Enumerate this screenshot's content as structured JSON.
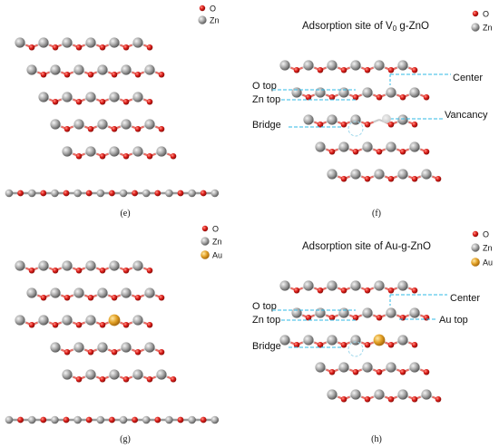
{
  "panels": {
    "e": {
      "caption": "(e)",
      "legend": [
        {
          "label": "O",
          "atom": "oxygen"
        },
        {
          "label": "Zn",
          "atom": "zinc"
        }
      ]
    },
    "f": {
      "caption": "(f)",
      "title_prefix": "Adsorption site of V",
      "title_subscript": "0",
      "title_suffix": " g-ZnO",
      "legend": [
        {
          "label": "O",
          "atom": "oxygen"
        },
        {
          "label": "Zn",
          "atom": "zinc"
        }
      ],
      "labels": {
        "o_top": "O top",
        "zn_top": "Zn top",
        "bridge": "Bridge",
        "center": "Center",
        "vacancy": "Vancancy"
      }
    },
    "g": {
      "caption": "(g)",
      "legend": [
        {
          "label": "O",
          "atom": "oxygen"
        },
        {
          "label": "Zn",
          "atom": "zinc"
        },
        {
          "label": "Au",
          "atom": "gold"
        }
      ]
    },
    "h": {
      "caption": "(h)",
      "title": "Adsorption site of Au-g-ZnO",
      "legend": [
        {
          "label": "O",
          "atom": "oxygen"
        },
        {
          "label": "Zn",
          "atom": "zinc"
        },
        {
          "label": "Au",
          "atom": "gold"
        }
      ],
      "labels": {
        "o_top": "O top",
        "zn_top": "Zn top",
        "bridge": "Bridge",
        "center": "Center",
        "au_top": "Au top"
      }
    }
  },
  "colors": {
    "oxygen": "#e0201c",
    "zinc": "#a8a8a8",
    "gold": "#e3a227",
    "guide_line": "#2fb8e6",
    "text": "#111111"
  }
}
